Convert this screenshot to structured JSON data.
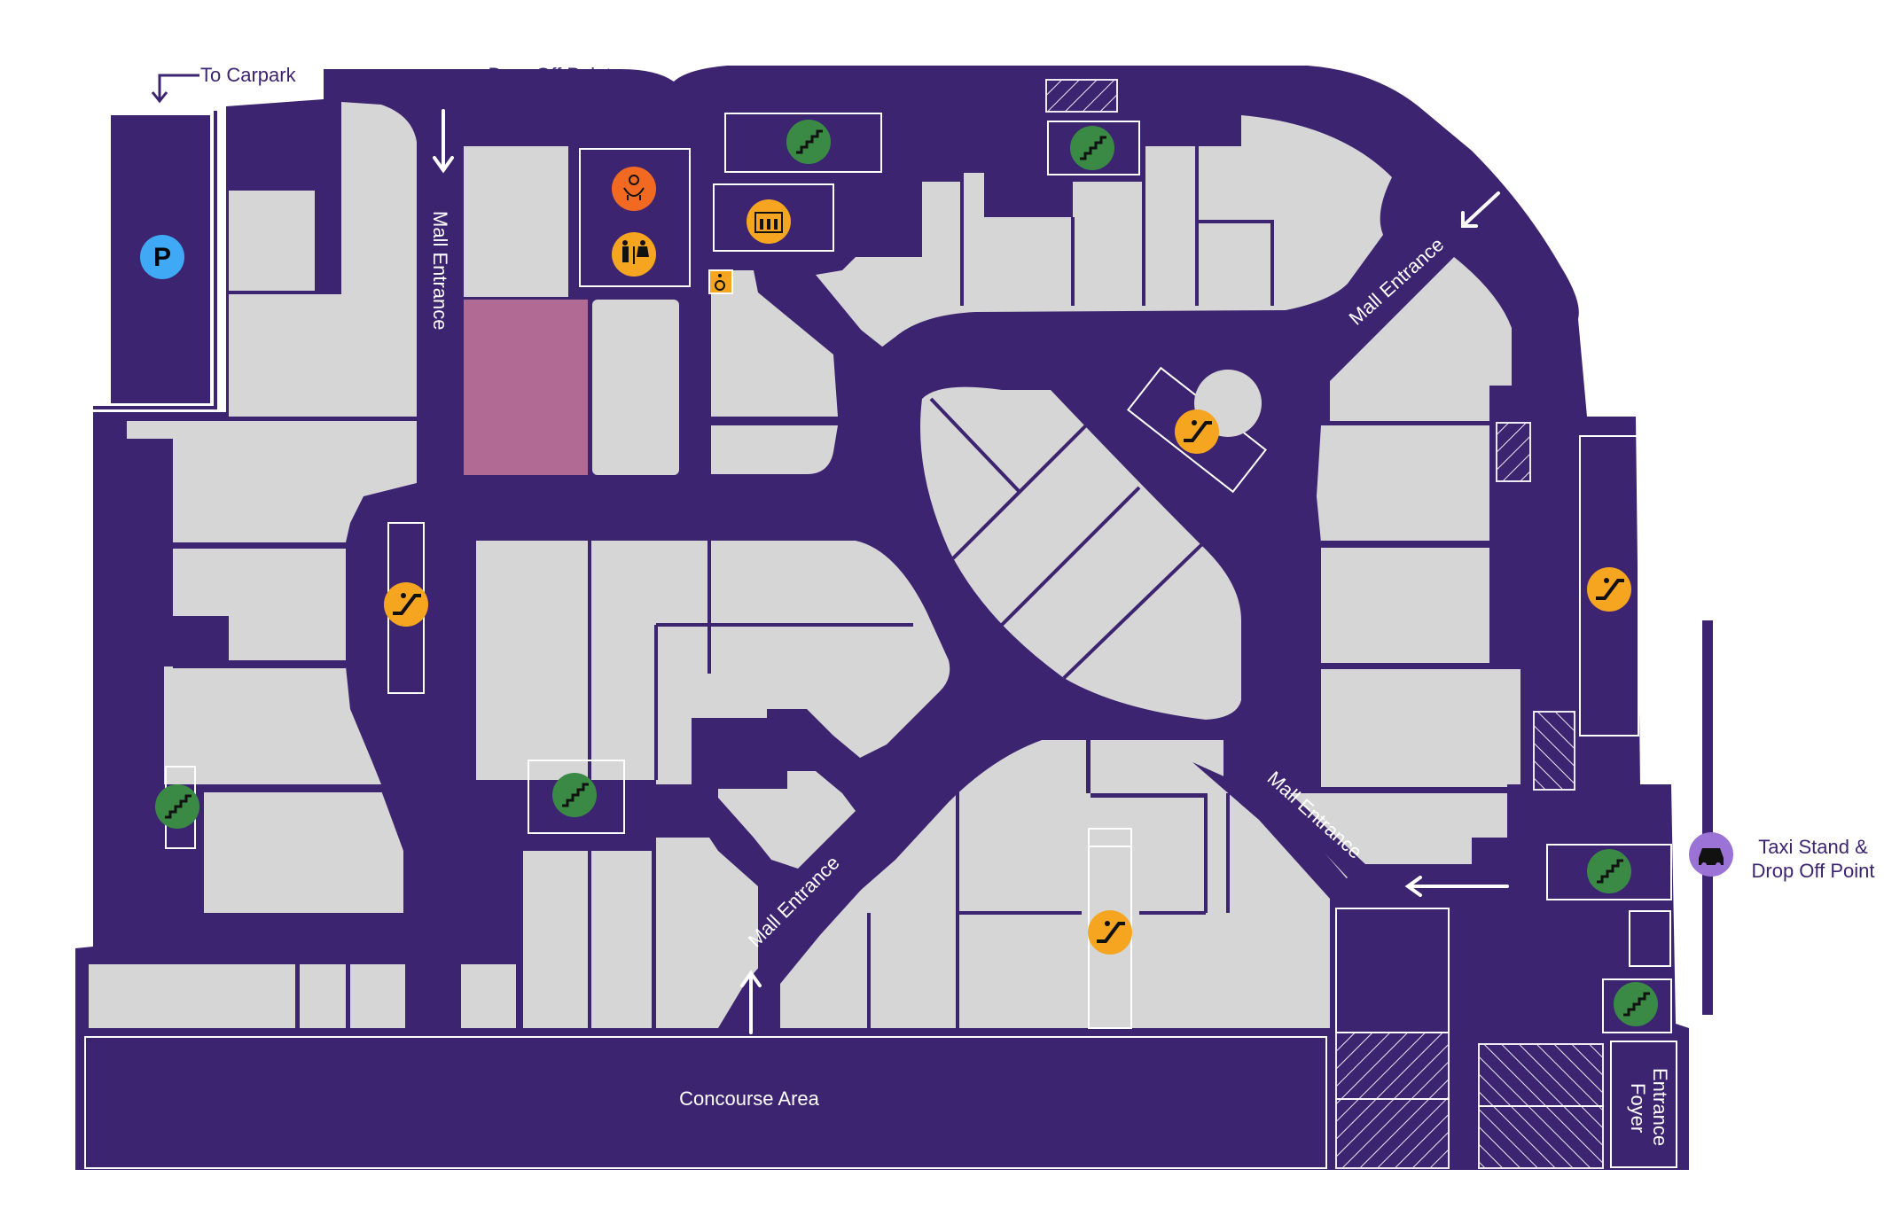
{
  "labels": {
    "to_carpark": "To Carpark",
    "drop_off_point": "Drop Off Point",
    "mall_entrance": "Mall Entrance",
    "concourse_area": "Concourse Area",
    "entrance_foyer_line1": "Entrance",
    "entrance_foyer_line2": "Foyer",
    "taxi_line1": "Taxi Stand &",
    "taxi_line2": "Drop Off Point"
  },
  "icons": {
    "parking": "P"
  },
  "colors": {
    "corridor": "#3d2470",
    "store": "#d6d6d6",
    "highlighted_store": "#b06a94",
    "escalator": "#f5a51f",
    "stairs": "#3a8a45",
    "parking": "#3fa9f5",
    "baby_care": "#f26a21",
    "taxi": "#9b72d6"
  }
}
